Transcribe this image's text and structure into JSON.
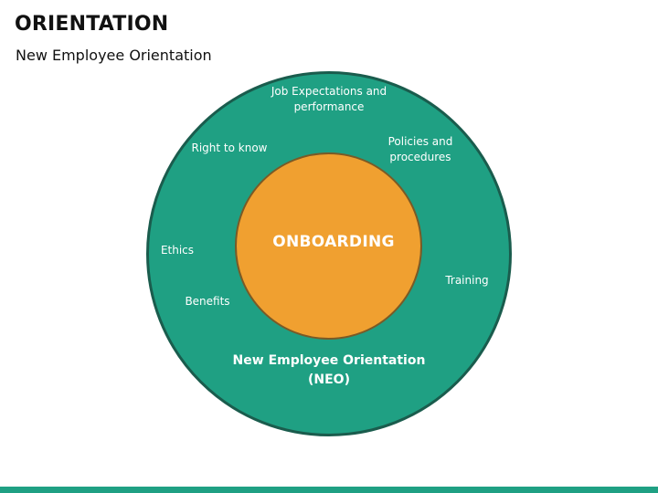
{
  "slide": {
    "title": "ORIENTATION",
    "subtitle": "New Employee Orientation"
  },
  "diagram": {
    "center_label": "ONBOARDING",
    "outer_label": "New Employee Orientation (NEO)",
    "items": {
      "job_expectations": "Job Expectations and performance",
      "policies": "Policies and procedures",
      "right_to_know": "Right to know",
      "ethics": "Ethics",
      "benefits": "Benefits",
      "training": "Training"
    }
  },
  "colors": {
    "outer_circle": "#1fa083",
    "inner_circle": "#f0a030",
    "bottom_bar": "#1fa083"
  }
}
